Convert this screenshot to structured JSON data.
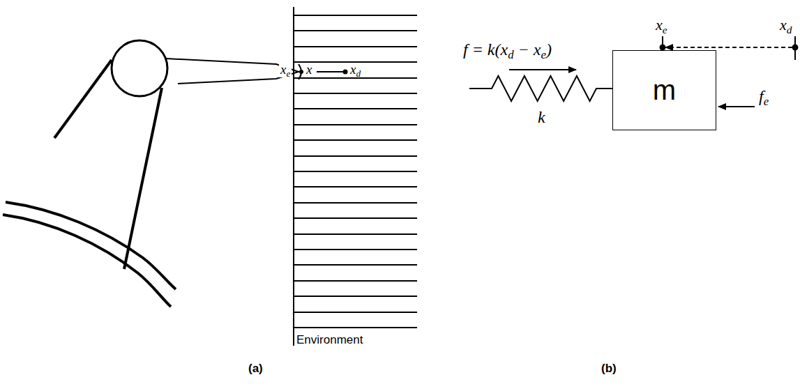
{
  "diagram": {
    "nodes": [
      {
        "text": [
          "m"
        ]
      }
    ],
    "labels": [
      "xe",
      "x",
      "xd",
      "Environment",
      "(a)",
      "f = k(xd − xe)",
      "xe",
      "xd",
      "k",
      "fe",
      "(b)"
    ]
  }
}
